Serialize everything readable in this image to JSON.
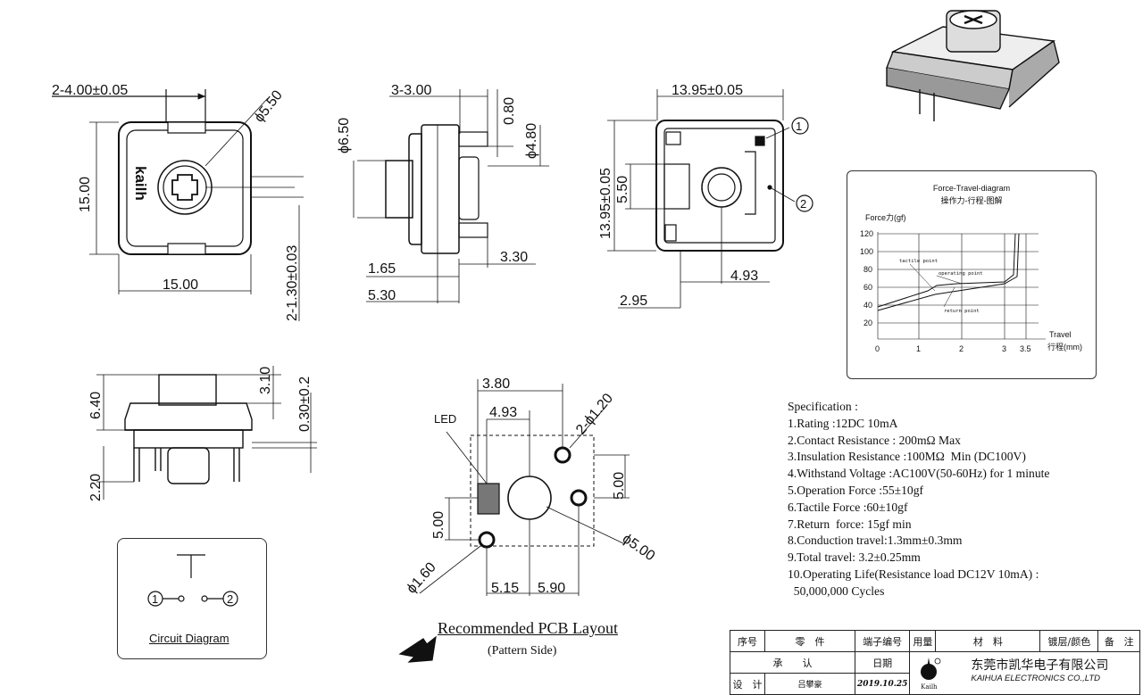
{
  "top_view": {
    "dim_pitch": "2-4.00±0.05",
    "dim_dia": "ϕ5.50",
    "dim_height": "15.00",
    "dim_width": "15.00",
    "dim_pin": "2-1.30±0.03",
    "logo": "kailh"
  },
  "side_view": {
    "dim_top": "3-3.00",
    "dim_080": "0.80",
    "dim_dia650": "ϕ6.50",
    "dim_dia480": "ϕ4.80",
    "dim_330": "3.30",
    "dim_165": "1.65",
    "dim_530": "5.30"
  },
  "bottom_view": {
    "dim_width": "13.95±0.05",
    "dim_height": "13.95±0.05",
    "dim_550": "5.50",
    "dim_493": "4.93",
    "dim_295": "2.95",
    "callout1": "1",
    "callout2": "2"
  },
  "front_view": {
    "dim_640": "6.40",
    "dim_310": "3.10",
    "dim_030": "0.30±0.2",
    "dim_220": "2.20"
  },
  "pcb_layout": {
    "dim_380": "3.80",
    "dim_493": "4.93",
    "dim_holes": "2-ϕ1.20",
    "dim_500_right": "5.00",
    "dim_500_left": "5.00",
    "dim_dia500": "ϕ5.00",
    "dim_dia160": "ϕ1.60",
    "dim_515": "5.15",
    "dim_590": "5.90",
    "led_label": "LED",
    "title": "Recommended PCB Layout",
    "subtitle": "(Pattern Side)"
  },
  "circuit": {
    "label": "Circuit Diagram",
    "node1": "1",
    "node2": "2"
  },
  "force_diagram": {
    "title_en": "Force-Travel-diagram",
    "title_cn": "操作力-行程-图解",
    "y_axis_label": "Force力(gf)",
    "x_axis_label_en": "Travel",
    "x_axis_label_cn": "行程(mm)",
    "y_ticks": [
      "120",
      "100",
      "80",
      "60",
      "40",
      "20"
    ],
    "x_ticks": [
      "0",
      "1",
      "2",
      "3",
      "3.5"
    ],
    "tactile_label": "tactile point",
    "operating_label": "operating point",
    "return_label": "return point"
  },
  "specification": {
    "heading": "Specification :",
    "items": [
      "1.Rating :12DC 10mA",
      "2.Contact Resistance : 200mΩ Max",
      "3.Insulation Resistance :100MΩ  Min (DC100V)",
      "4.Withstand Voltage :AC100V(50-60Hz) for 1 minute",
      "5.Operation Force :55±10gf",
      "6.Tactile Force :60±10gf",
      "7.Return  force: 15gf min",
      "8.Conduction travel:1.3mm±0.3mm",
      "9.Total travel: 3.2±0.25mm",
      "10.Operating Life(Resistance load DC12V 10mA) :",
      "  50,000,000 Cycles"
    ]
  },
  "title_block": {
    "h_seq": "序号",
    "h_part": "零　件",
    "h_term": "端子编号",
    "h_qty": "用量",
    "h_mat": "材　料",
    "h_plating": "镀层/颜色",
    "h_note": "备　注",
    "r_approve": "承　　认",
    "r_date": "日期",
    "r_design": "设　计",
    "designer": "吕攀豪",
    "date": "2019.10.25",
    "company_cn": "东莞市凯华电子有限公司",
    "company_en": "KAIHUA ELECTRONICS CO.,LTD",
    "logo_text": "Kailh"
  }
}
